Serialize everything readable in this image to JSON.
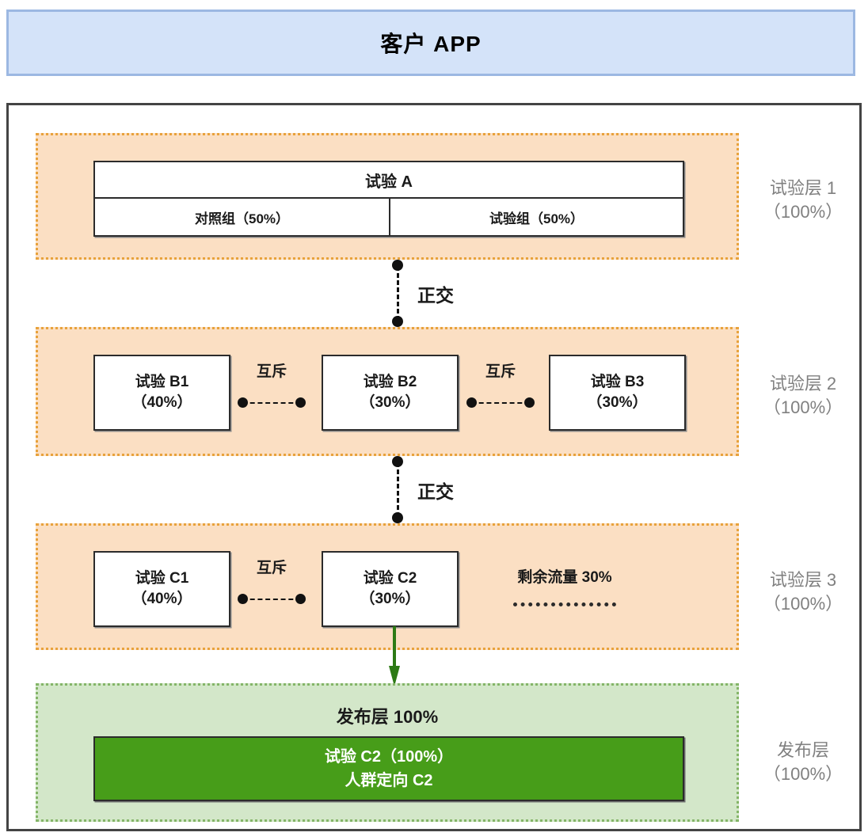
{
  "header": {
    "title": "客户 APP"
  },
  "layers": [
    {
      "id": "layer-1",
      "caption_line1": "试验层 1",
      "caption_line2": "（100%）",
      "experiment_title": "试验 A",
      "groups": [
        {
          "label": "对照组（50%）"
        },
        {
          "label": "试验组（50%）"
        }
      ]
    },
    {
      "id": "layer-2",
      "caption_line1": "试验层 2",
      "caption_line2": "（100%）",
      "boxes": [
        {
          "name": "试验 B1",
          "traffic": "（40%）"
        },
        {
          "name": "试验 B2",
          "traffic": "（30%）"
        },
        {
          "name": "试验 B3",
          "traffic": "（30%）"
        }
      ],
      "mutex_labels": [
        "互斥",
        "互斥"
      ]
    },
    {
      "id": "layer-3",
      "caption_line1": "试验层 3",
      "caption_line2": "（100%）",
      "boxes": [
        {
          "name": "试验 C1",
          "traffic": "（40%）"
        },
        {
          "name": "试验 C2",
          "traffic": "（30%）"
        }
      ],
      "mutex_labels": [
        "互斥"
      ],
      "remaining_label": "剩余流量 30%"
    },
    {
      "id": "release-layer",
      "caption_line1": "发布层",
      "caption_line2": "（100%）",
      "title": "发布层 100%",
      "box_line1": "试验 C2（100%）",
      "box_line2": "人群定向 C2"
    }
  ],
  "connectors": {
    "orthogonal_1": "正交",
    "orthogonal_2": "正交"
  },
  "colors": {
    "header_fill": "#d4e3f9",
    "header_border": "#9cb8e2",
    "layer_fill": "#fbdfc3",
    "layer_border": "#e8a23c",
    "release_fill": "#d3e7c9",
    "release_border": "#84b568",
    "release_box_fill": "#479d19",
    "arrow": "#2d7a15",
    "caption_text": "#808080",
    "frame_border": "#444444"
  }
}
